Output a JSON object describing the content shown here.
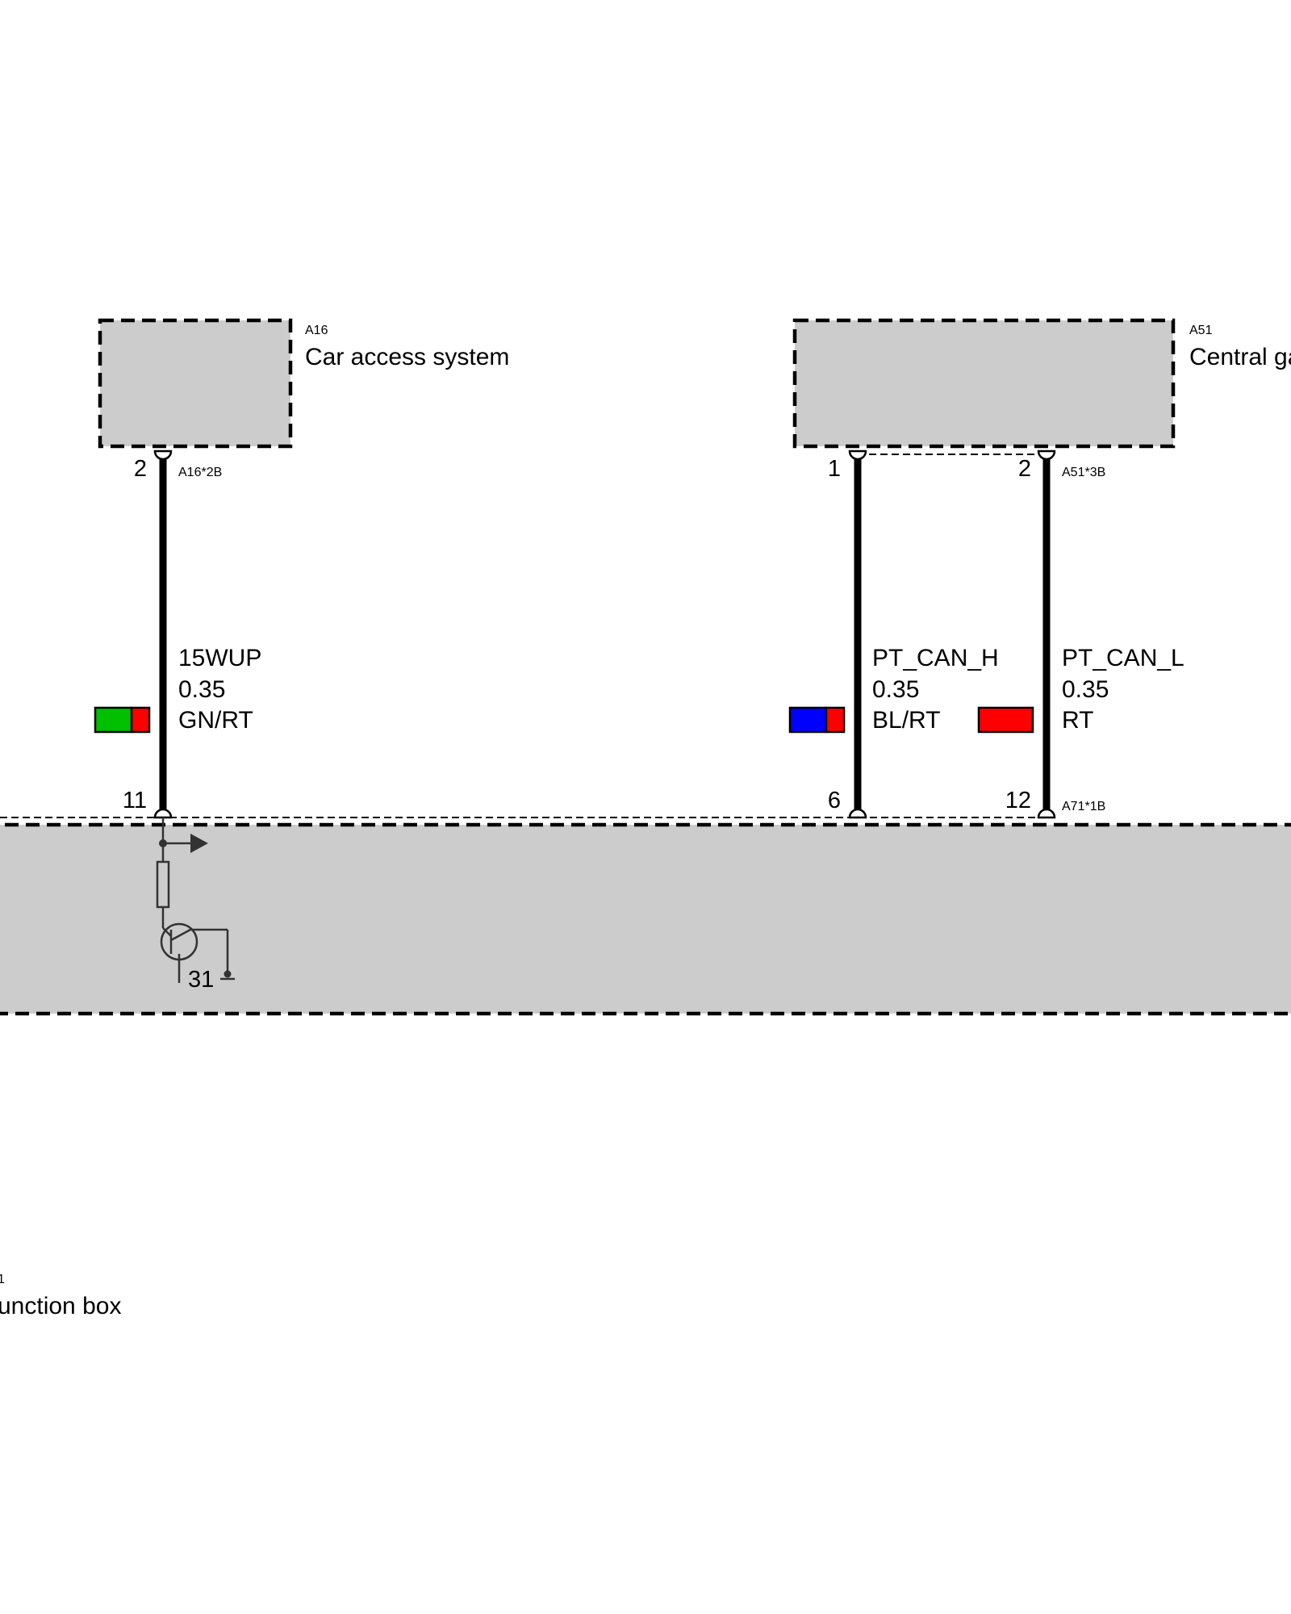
{
  "colors": {
    "component_fill": "#cccccc",
    "wire": "#000000",
    "GN": "#00c000",
    "RT": "#ff0000",
    "BL": "#0000ff"
  },
  "components": {
    "a16": {
      "id": "A16",
      "name": "Car access system",
      "connector": "A16*2B"
    },
    "a51": {
      "id": "A51",
      "name": "Central ga",
      "connector": "A51*3B"
    },
    "a71": {
      "id": "1",
      "name": "unction box",
      "connector": "A71*1B"
    }
  },
  "pins": {
    "a16_2": "2",
    "a51_1": "1",
    "a51_2": "2",
    "a71_11": "11",
    "a71_6": "6",
    "a71_12": "12",
    "ground": "31"
  },
  "wires": [
    {
      "signal": "15WUP",
      "cross_section": "0.35",
      "color": "GN/RT",
      "swatch": [
        "GN",
        "RT"
      ]
    },
    {
      "signal": "PT_CAN_H",
      "cross_section": "0.35",
      "color": "BL/RT",
      "swatch": [
        "BL",
        "RT"
      ]
    },
    {
      "signal": "PT_CAN_L",
      "cross_section": "0.35",
      "color": "RT",
      "swatch": [
        "RT"
      ]
    }
  ]
}
